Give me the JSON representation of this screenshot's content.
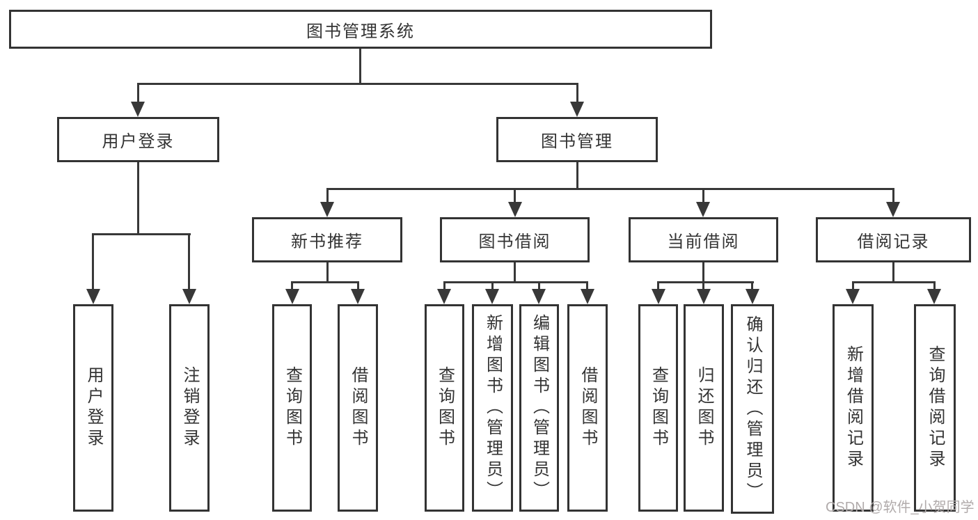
{
  "diagram": {
    "root": "图书管理系统",
    "level2": [
      "用户登录",
      "图书管理"
    ],
    "level3": [
      "新书推荐",
      "图书借阅",
      "当前借阅",
      "借阅记录"
    ],
    "leaves": {
      "user": [
        "用户登录",
        "注销登录"
      ],
      "recommend": [
        "查询图书",
        "借阅图书"
      ],
      "borrow": [
        "查询图书",
        "新增图书（管理员）",
        "编辑图书（管理员）",
        "借阅图书"
      ],
      "current": [
        "查询图书",
        "归还图书",
        "确认归还（管理员）"
      ],
      "records": [
        "新增借阅记录",
        "查询借阅记录"
      ]
    }
  },
  "watermark": "CSDN @软件_小贺同学",
  "colors": {
    "line": "#383838",
    "border": "#333333",
    "text": "#333333",
    "background": "#ffffff",
    "watermark": "#b1abab"
  }
}
